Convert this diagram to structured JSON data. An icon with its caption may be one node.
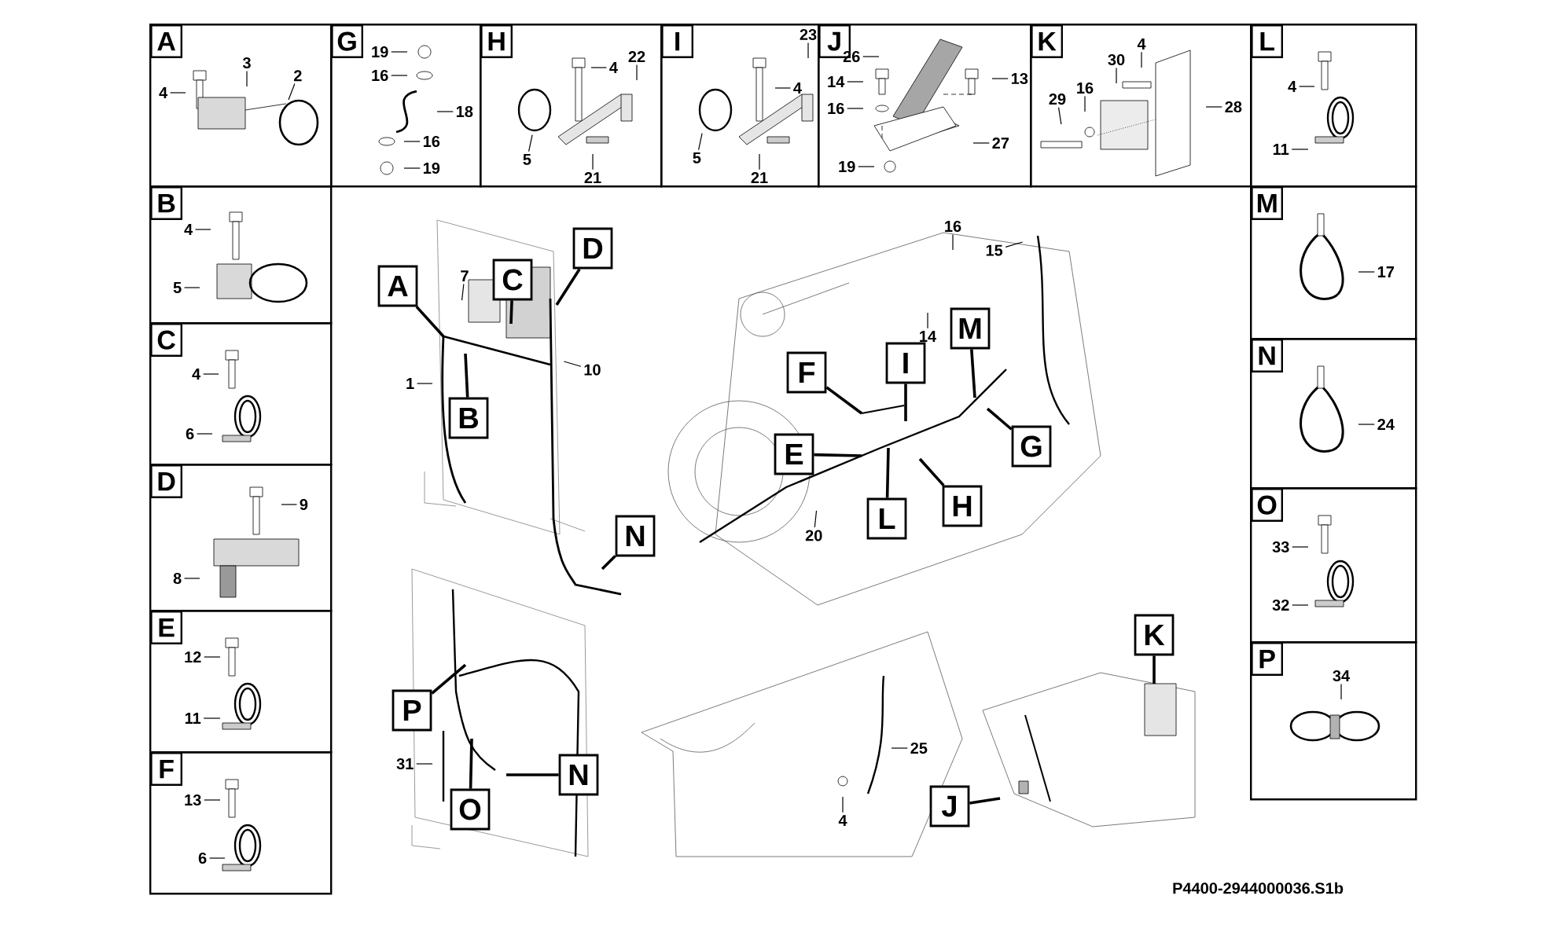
{
  "diagram": {
    "nodes": [
      {
        "text": [
          "A"
        ]
      },
      {
        "text": [
          "4"
        ],
        "in": 0
      },
      {
        "text": [
          "3"
        ],
        "in": 0
      },
      {
        "text": [
          "2"
        ],
        "in": 0
      },
      {
        "text": [
          "G"
        ]
      },
      {
        "text": [
          "19"
        ],
        "in": 4
      },
      {
        "text": [
          "16"
        ],
        "in": 4
      },
      {
        "text": [
          "18"
        ],
        "in": 4
      },
      {
        "text": [
          "16"
        ],
        "in": 4
      },
      {
        "text": [
          "19"
        ],
        "in": 4
      },
      {
        "text": [
          "H"
        ]
      },
      {
        "text": [
          "4"
        ],
        "in": 10
      },
      {
        "text": [
          "22"
        ],
        "in": 10
      },
      {
        "text": [
          "5"
        ],
        "in": 10
      },
      {
        "text": [
          "21"
        ],
        "in": 10
      },
      {
        "text": [
          "I"
        ]
      },
      {
        "text": [
          "4"
        ],
        "in": 15
      },
      {
        "text": [
          "23"
        ],
        "in": 15
      },
      {
        "text": [
          "5"
        ],
        "in": 15
      },
      {
        "text": [
          "21"
        ],
        "in": 15
      },
      {
        "text": [
          "J"
        ]
      },
      {
        "text": [
          "26"
        ],
        "in": 20
      },
      {
        "text": [
          "14"
        ],
        "in": 20
      },
      {
        "text": [
          "16"
        ],
        "in": 20
      },
      {
        "text": [
          "13"
        ],
        "in": 20
      },
      {
        "text": [
          "27"
        ],
        "in": 20
      },
      {
        "text": [
          "19"
        ],
        "in": 20
      },
      {
        "text": [
          "K"
        ]
      },
      {
        "text": [
          "4"
        ],
        "in": 27
      },
      {
        "text": [
          "30"
        ],
        "in": 27
      },
      {
        "text": [
          "16"
        ],
        "in": 27
      },
      {
        "text": [
          "29"
        ],
        "in": 27
      },
      {
        "text": [
          "28"
        ],
        "in": 27
      },
      {
        "text": [
          "L"
        ]
      },
      {
        "text": [
          "4"
        ],
        "in": 33
      },
      {
        "text": [
          "11"
        ],
        "in": 33
      },
      {
        "text": [
          "B"
        ]
      },
      {
        "text": [
          "4"
        ],
        "in": 36
      },
      {
        "text": [
          "5"
        ],
        "in": 36
      },
      {
        "text": [
          "C"
        ]
      },
      {
        "text": [
          "4"
        ],
        "in": 39
      },
      {
        "text": [
          "6"
        ],
        "in": 39
      },
      {
        "text": [
          "D"
        ]
      },
      {
        "text": [
          "9"
        ],
        "in": 42
      },
      {
        "text": [
          "8"
        ],
        "in": 42
      },
      {
        "text": [
          "E"
        ]
      },
      {
        "text": [
          "12"
        ],
        "in": 45
      },
      {
        "text": [
          "11"
        ],
        "in": 45
      },
      {
        "text": [
          "F"
        ]
      },
      {
        "text": [
          "13"
        ],
        "in": 48
      },
      {
        "text": [
          "6"
        ],
        "in": 48
      },
      {
        "text": [
          "M"
        ]
      },
      {
        "text": [
          "17"
        ],
        "in": 51
      },
      {
        "text": [
          "N"
        ]
      },
      {
        "text": [
          "24"
        ],
        "in": 53
      },
      {
        "text": [
          "O"
        ]
      },
      {
        "text": [
          "33"
        ],
        "in": 55
      },
      {
        "text": [
          "32"
        ],
        "in": 55
      },
      {
        "text": [
          "P"
        ]
      },
      {
        "text": [
          "34"
        ],
        "in": 58
      },
      {
        "text": [
          "A"
        ]
      },
      {
        "text": [
          "C"
        ]
      },
      {
        "text": [
          "D"
        ]
      },
      {
        "text": [
          "7"
        ]
      },
      {
        "text": [
          "1"
        ]
      },
      {
        "text": [
          "B"
        ]
      },
      {
        "text": [
          "10"
        ]
      },
      {
        "text": [
          "16"
        ]
      },
      {
        "text": [
          "15"
        ]
      },
      {
        "text": [
          "14"
        ]
      },
      {
        "text": [
          "F"
        ]
      },
      {
        "text": [
          "I"
        ]
      },
      {
        "text": [
          "M"
        ]
      },
      {
        "text": [
          "E"
        ]
      },
      {
        "text": [
          "G"
        ]
      },
      {
        "text": [
          "L"
        ]
      },
      {
        "text": [
          "H"
        ]
      },
      {
        "text": [
          "20"
        ]
      },
      {
        "text": [
          "N"
        ]
      },
      {
        "text": [
          "P"
        ]
      },
      {
        "text": [
          "31"
        ]
      },
      {
        "text": [
          "O"
        ]
      },
      {
        "text": [
          "N"
        ]
      },
      {
        "text": [
          "25"
        ]
      },
      {
        "text": [
          "4"
        ]
      },
      {
        "text": [
          "K"
        ]
      },
      {
        "text": [
          "J"
        ]
      }
    ],
    "edges": [
      {
        "from": 1,
        "to": null,
        "arrow": "none"
      },
      {
        "from": 2,
        "to": null,
        "arrow": "none"
      },
      {
        "from": 3,
        "to": null,
        "arrow": "none"
      },
      {
        "from": 5,
        "to": null,
        "arrow": "none"
      },
      {
        "from": 6,
        "to": null,
        "arrow": "none"
      },
      {
        "from": 7,
        "to": null,
        "arrow": "none"
      },
      {
        "from": 8,
        "to": null,
        "arrow": "none"
      },
      {
        "from": 9,
        "to": null,
        "arrow": "none"
      },
      {
        "from": 11,
        "to": null,
        "arrow": "none"
      },
      {
        "from": 12,
        "to": null,
        "arrow": "none"
      },
      {
        "from": 13,
        "to": null,
        "arrow": "none"
      },
      {
        "from": 14,
        "to": null,
        "arrow": "none"
      },
      {
        "from": 16,
        "to": null,
        "arrow": "none"
      },
      {
        "from": 17,
        "to": null,
        "arrow": "none"
      },
      {
        "from": 18,
        "to": null,
        "arrow": "none"
      },
      {
        "from": 19,
        "to": null,
        "arrow": "none"
      },
      {
        "from": 21,
        "to": null,
        "arrow": "none"
      },
      {
        "from": 22,
        "to": null,
        "arrow": "none"
      },
      {
        "from": 23,
        "to": null,
        "arrow": "none"
      },
      {
        "from": 24,
        "to": null,
        "arrow": "none"
      },
      {
        "from": 25,
        "to": null,
        "arrow": "none"
      },
      {
        "from": 26,
        "to": null,
        "arrow": "none"
      },
      {
        "from": 28,
        "to": null,
        "arrow": "none"
      },
      {
        "from": 29,
        "to": null,
        "arrow": "none"
      },
      {
        "from": 30,
        "to": null,
        "arrow": "none"
      },
      {
        "from": 31,
        "to": null,
        "arrow": "none"
      },
      {
        "from": 32,
        "to": null,
        "arrow": "none"
      },
      {
        "from": 34,
        "to": null,
        "arrow": "none"
      },
      {
        "from": 35,
        "to": null,
        "arrow": "none"
      },
      {
        "from": 37,
        "to": null,
        "arrow": "none"
      },
      {
        "from": 38,
        "to": null,
        "arrow": "none"
      },
      {
        "from": 40,
        "to": null,
        "arrow": "none"
      },
      {
        "from": 41,
        "to": null,
        "arrow": "none"
      },
      {
        "from": 43,
        "to": null,
        "arrow": "none"
      },
      {
        "from": 44,
        "to": null,
        "arrow": "none"
      },
      {
        "from": 46,
        "to": null,
        "arrow": "none"
      },
      {
        "from": 47,
        "to": null,
        "arrow": "none"
      },
      {
        "from": 49,
        "to": null,
        "arrow": "none"
      },
      {
        "from": 50,
        "to": null,
        "arrow": "none"
      },
      {
        "from": 52,
        "to": null,
        "arrow": "none"
      },
      {
        "from": 54,
        "to": null,
        "arrow": "none"
      },
      {
        "from": 56,
        "to": null,
        "arrow": "none"
      },
      {
        "from": 57,
        "to": null,
        "arrow": "none"
      },
      {
        "from": 59,
        "to": null,
        "arrow": "none"
      },
      {
        "from": 60,
        "to": null,
        "arrow": "none"
      },
      {
        "from": 61,
        "to": null,
        "arrow": "none"
      },
      {
        "from": 62,
        "to": null,
        "arrow": "none"
      },
      {
        "from": 63,
        "to": null,
        "arrow": "none"
      },
      {
        "from": 64,
        "to": null,
        "arrow": "none"
      },
      {
        "from": 65,
        "to": null,
        "arrow": "none"
      },
      {
        "from": 66,
        "to": null,
        "arrow": "none"
      },
      {
        "from": 67,
        "to": null,
        "arrow": "none"
      },
      {
        "from": 68,
        "to": null,
        "arrow": "none"
      },
      {
        "from": 69,
        "to": null,
        "arrow": "none"
      },
      {
        "from": 70,
        "to": null,
        "arrow": "none"
      },
      {
        "from": 71,
        "to": null,
        "arrow": "none"
      },
      {
        "from": 72,
        "to": null,
        "arrow": "none"
      },
      {
        "from": 73,
        "to": null,
        "arrow": "none"
      },
      {
        "from": 74,
        "to": null,
        "arrow": "none"
      },
      {
        "from": 75,
        "to": null,
        "arrow": "none"
      },
      {
        "from": 76,
        "to": null,
        "arrow": "none"
      },
      {
        "from": 77,
        "to": null,
        "arrow": "none"
      },
      {
        "from": 78,
        "to": null,
        "arrow": "none"
      },
      {
        "from": 79,
        "to": null,
        "arrow": "none"
      },
      {
        "from": 80,
        "to": null,
        "arrow": "none"
      },
      {
        "from": 81,
        "to": null,
        "arrow": "none"
      },
      {
        "from": 82,
        "to": null,
        "arrow": "none"
      },
      {
        "from": 83,
        "to": null,
        "arrow": "none"
      },
      {
        "from": 84,
        "to": null,
        "arrow": "none"
      },
      {
        "from": 85,
        "to": null,
        "arrow": "none"
      },
      {
        "from": 86,
        "to": null,
        "arrow": "none"
      }
    ],
    "labels": [
      "P4400-2944000036.S1b"
    ]
  }
}
